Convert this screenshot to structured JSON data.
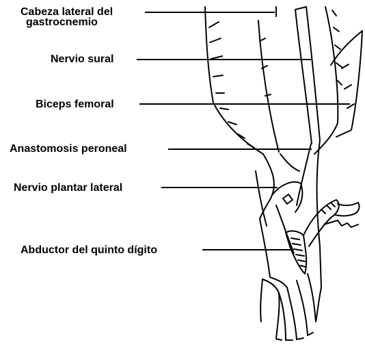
{
  "labels": [
    {
      "id": "gastrocnemius",
      "line1": "Cabeza lateral del",
      "line2": "gastrocnemio"
    },
    {
      "id": "sural-nerve",
      "line1": "Nervio sural"
    },
    {
      "id": "biceps-femoris",
      "line1": "Biceps femoral"
    },
    {
      "id": "peroneal-anastomosis",
      "line1": "Anastomosis peroneal"
    },
    {
      "id": "lateral-plantar-nerve",
      "line1": "Nervio plantar lateral"
    },
    {
      "id": "abductor-digiti-minimi",
      "line1": "Abductor del quinto dígito"
    }
  ],
  "colors": {
    "ink": "#000000",
    "background": "#ffffff"
  }
}
